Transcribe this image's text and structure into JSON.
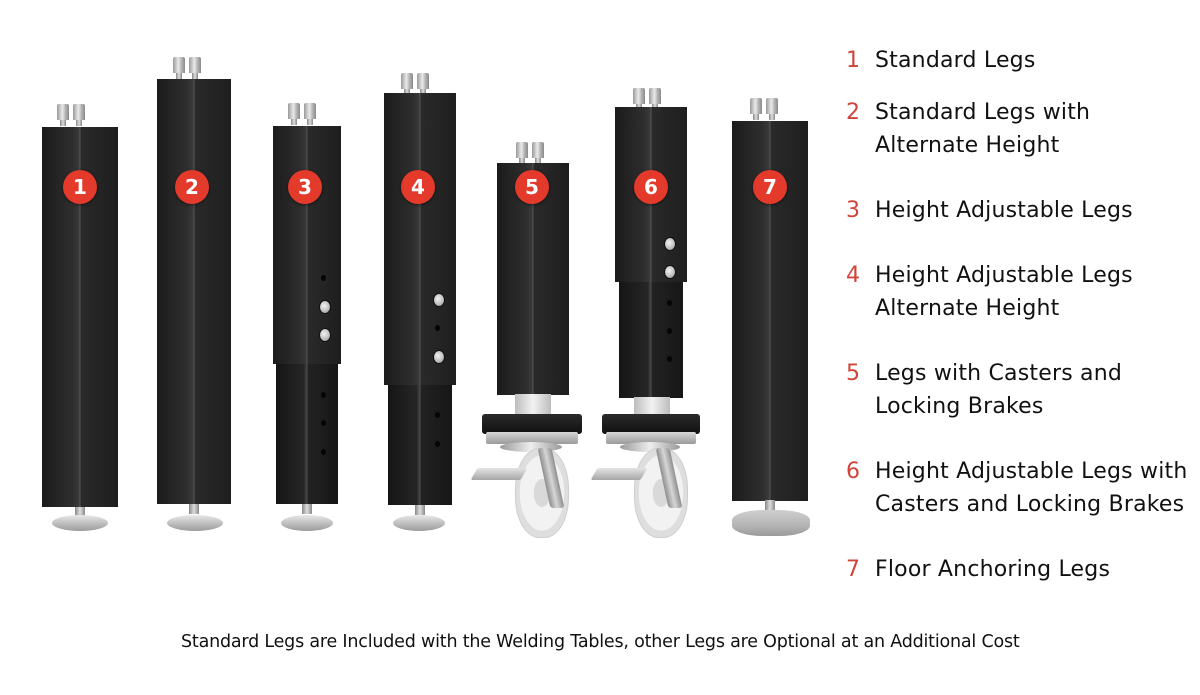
{
  "badges": [
    "1",
    "2",
    "3",
    "4",
    "5",
    "6",
    "7"
  ],
  "legend": {
    "accent_color": "#d0443a",
    "badge_color": "#e33a2b",
    "items": [
      {
        "number": "1",
        "line1": "Standard Legs",
        "line2": ""
      },
      {
        "number": "2",
        "line1": "Standard Legs with",
        "line2": "Alternate Height"
      },
      {
        "number": "3",
        "line1": "Height Adjustable Legs",
        "line2": ""
      },
      {
        "number": "4",
        "line1": "Height Adjustable Legs",
        "line2": "Alternate Height"
      },
      {
        "number": "5",
        "line1": "Legs with Casters and",
        "line2": "Locking Brakes"
      },
      {
        "number": "6",
        "line1": "Height Adjustable Legs with",
        "line2": "Casters and Locking Brakes"
      },
      {
        "number": "7",
        "line1": "Floor Anchoring Legs",
        "line2": ""
      }
    ]
  },
  "footnote": "Standard Legs are Included with the Welding Tables, other Legs are Optional at an Additional Cost"
}
